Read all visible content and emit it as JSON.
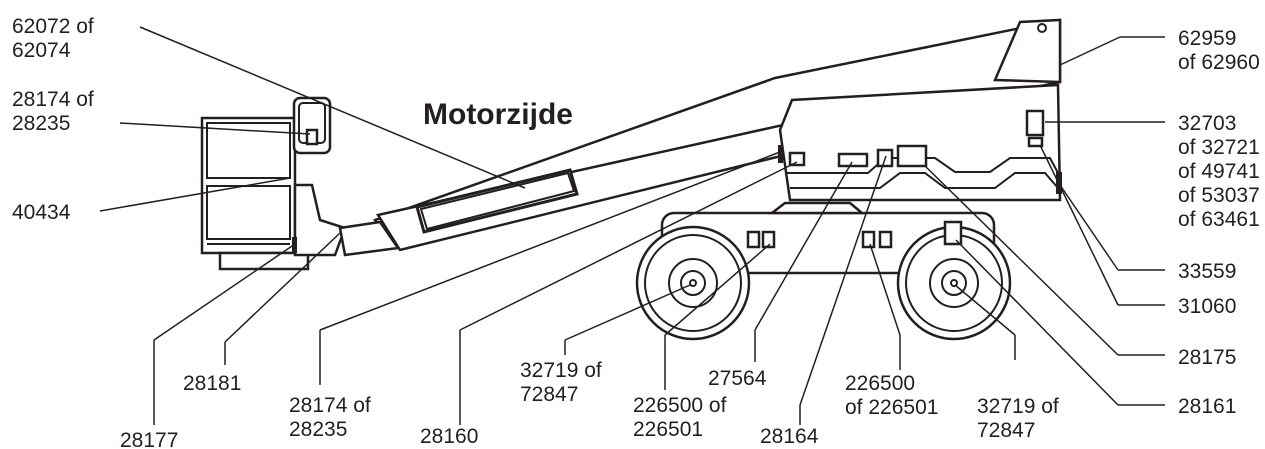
{
  "title": "Motorzijde",
  "labels": {
    "l1a": "62072 of",
    "l1b": "62074",
    "l2a": "28174 of",
    "l2b": "28235",
    "l3": "40434",
    "l4": "28177",
    "l5": "28181",
    "l6a": "28174 of",
    "l6b": "28235",
    "l7": "28160",
    "l8a": "32719 of",
    "l8b": "72847",
    "l9": "27564",
    "l10a": "226500 of",
    "l10b": "226501",
    "l11": "28164",
    "l12a": "226500",
    "l12b": "of 226501",
    "l13a": "32719 of",
    "l13b": "72847",
    "l14": "28161",
    "l15": "28175",
    "l16": "31060",
    "l17": "33559",
    "l18a": "32703",
    "l18b": "of 32721",
    "l18c": "of 49741",
    "l18d": "of 53037",
    "l18e": "of 63461",
    "l19a": "62959",
    "l19b": "of 62960"
  }
}
